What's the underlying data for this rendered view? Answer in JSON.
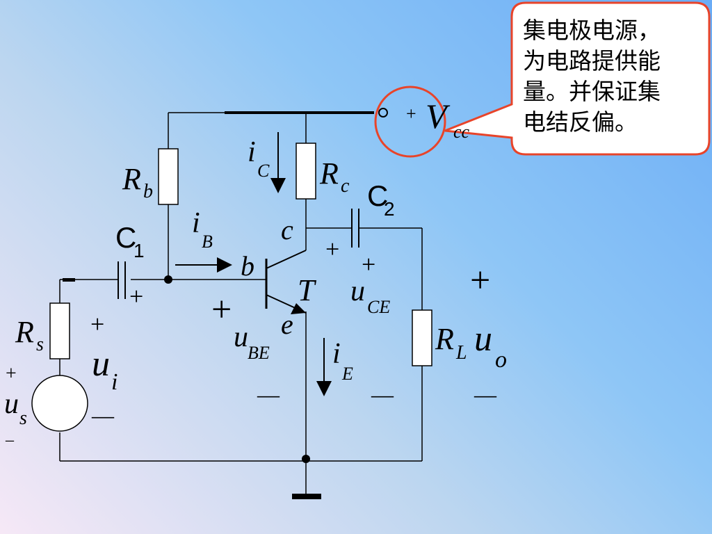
{
  "callout": {
    "text": "集电极电源，\n为电路提供能\n量。并保证集\n电结反偏。"
  },
  "supply": {
    "plus": "+",
    "label": "V",
    "sub": "cc"
  },
  "components": {
    "rb": {
      "main": "R",
      "sub": "b"
    },
    "rc": {
      "main": "R",
      "sub": "c"
    },
    "rs": {
      "main": "R",
      "sub": "s"
    },
    "rl": {
      "main": "R",
      "sub": "L"
    },
    "c1": {
      "main": "C",
      "sub": "1"
    },
    "c2": {
      "main": "C",
      "sub": "2"
    },
    "transistor": "T",
    "base": "b",
    "collector": "c",
    "emitter": "e"
  },
  "currents": {
    "ib": {
      "main": "i",
      "sub": "B"
    },
    "ic": {
      "main": "i",
      "sub": "C"
    },
    "ie": {
      "main": "i",
      "sub": "E"
    }
  },
  "voltages": {
    "us": {
      "main": "u",
      "sub": "s"
    },
    "ui": {
      "main": "u",
      "sub": "i"
    },
    "ube": {
      "main": "u",
      "sub": "BE"
    },
    "uce": {
      "main": "u",
      "sub": "CE"
    },
    "uo": {
      "main": "u",
      "sub": "o"
    }
  },
  "signs": {
    "plus": "+",
    "minus": "—",
    "minus_short": "–"
  },
  "colors": {
    "accent": "#e8442a",
    "wire": "#000000"
  }
}
